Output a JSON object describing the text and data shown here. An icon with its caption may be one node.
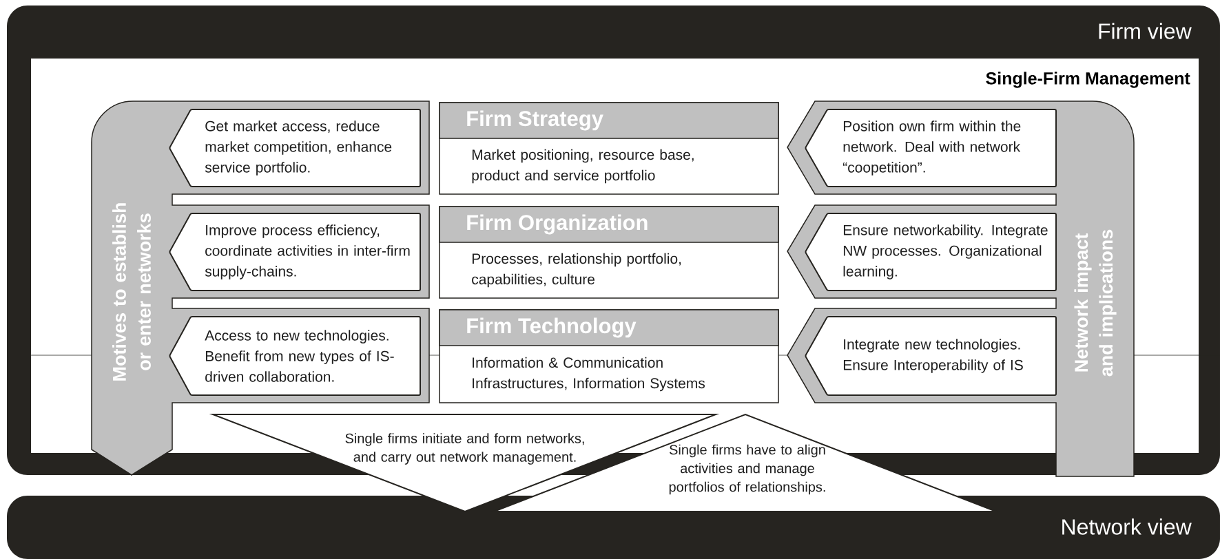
{
  "diagram": {
    "nodes": [
      {
        "text": [
          "Firm view"
        ]
      },
      {
        "text": [
          "Single-Firm Management"
        ],
        "in": 0
      },
      {
        "text": [
          "Motives to establish or enter networks"
        ],
        "in": 0
      },
      {
        "text": [
          "Get market access, reduce market competition, enhance service portfolio."
        ],
        "in": 2
      },
      {
        "text": [
          "Improve process efficiency, coordinate activities in inter-firm supply-chains."
        ],
        "in": 2
      },
      {
        "text": [
          "Access to new technologies. Benefit from new types of IS-driven collaboration."
        ],
        "in": 2
      },
      {
        "text": [
          "Firm Strategy",
          "Market positioning, resource base, product and service portfolio"
        ],
        "in": 1
      },
      {
        "text": [
          "Firm Organization",
          "Processes, relationship portfolio, capabilities, culture"
        ],
        "in": 1
      },
      {
        "text": [
          "Firm Technology",
          "Information & Communication Infrastructures, Information Systems"
        ],
        "in": 1
      },
      {
        "text": [
          "Network impact and implications"
        ],
        "in": 0
      },
      {
        "text": [
          "Position own firm within the network. Deal with network “coopetition”."
        ],
        "in": 9
      },
      {
        "text": [
          "Ensure networkability. Integrate NW processes. Organizational learning."
        ],
        "in": 9
      },
      {
        "text": [
          "Integrate new technologies. Ensure Interoperability of IS"
        ],
        "in": 9
      },
      {
        "text": [
          "Single firms initiate and form networks, and carry out network management."
        ]
      },
      {
        "text": [
          "Single firms have to align activities and manage portfolios of relationships."
        ]
      },
      {
        "text": [
          "Network view"
        ]
      }
    ]
  }
}
